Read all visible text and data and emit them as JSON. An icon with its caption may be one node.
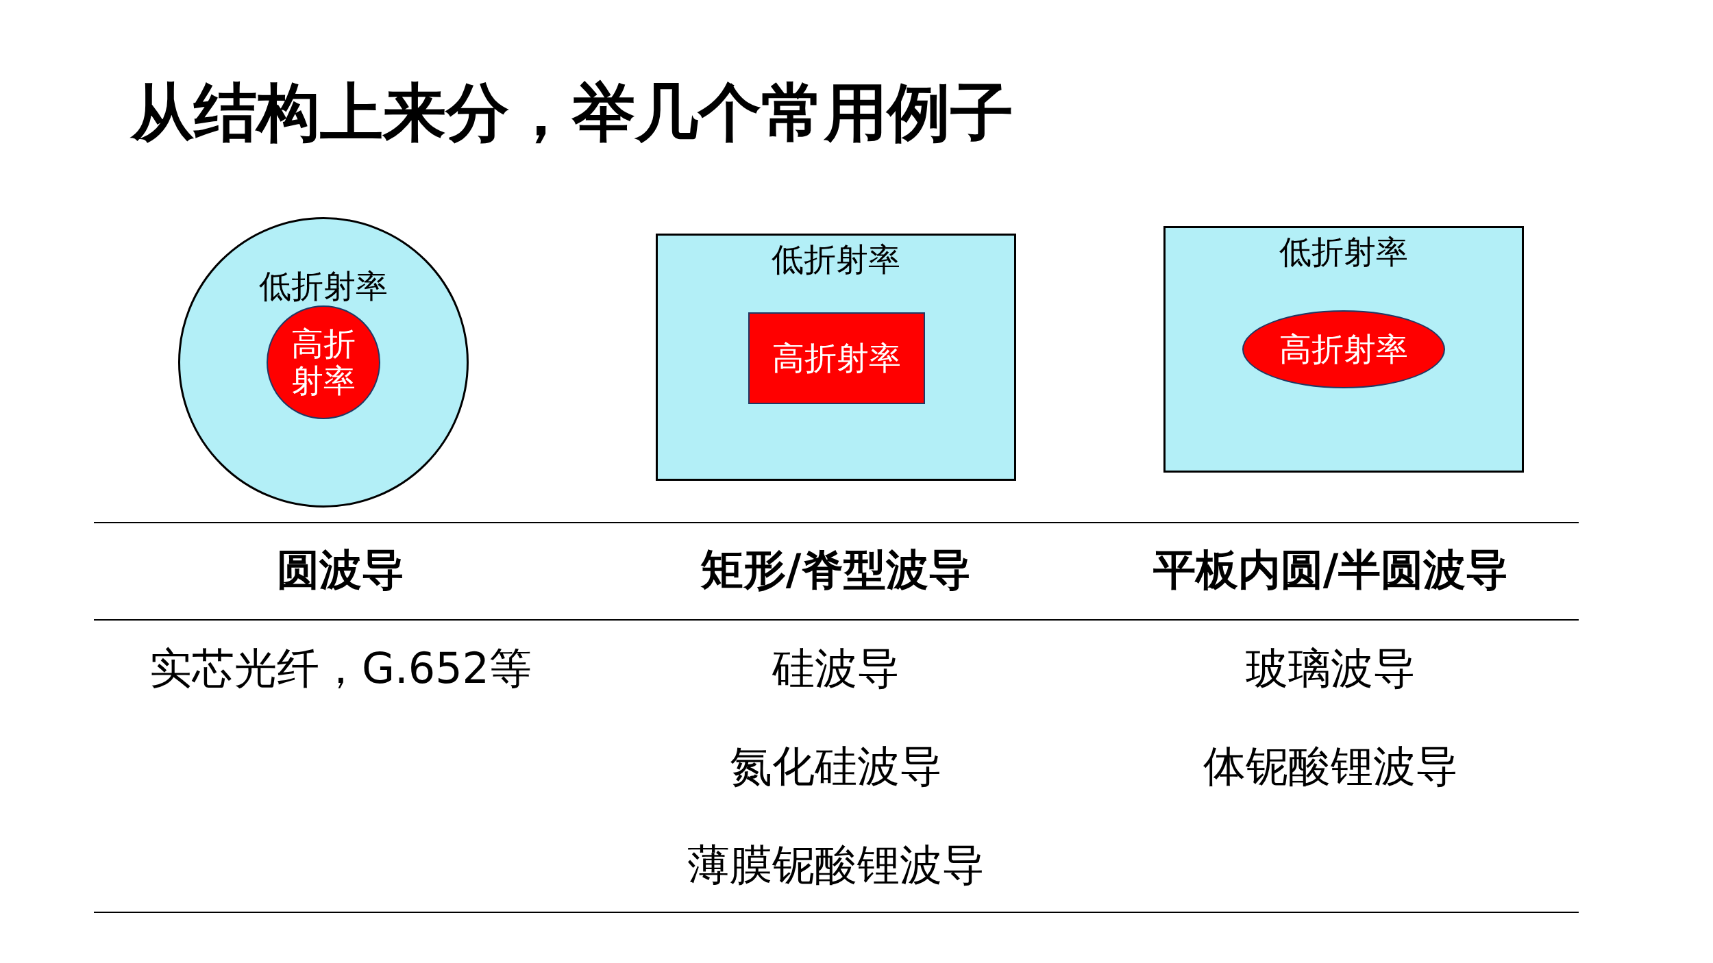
{
  "diagram": {
    "title": "从结构上来分，举几个常用例子",
    "nodes": [
      {
        "text": [
          "低折射率"
        ]
      },
      {
        "text": [
          "高折射率"
        ],
        "in": 0
      },
      {
        "text": [
          "低折射率"
        ]
      },
      {
        "text": [
          "高折射率"
        ],
        "in": 2
      },
      {
        "text": [
          "低折射率"
        ]
      },
      {
        "text": [
          "高折射率"
        ],
        "in": 4
      }
    ],
    "labels": [
      "圆波导",
      "矩形/脊型波导",
      "平板内圆/半圆波导",
      "实芯光纤，G.652等",
      "硅波导",
      "玻璃波导",
      "氮化硅波导",
      "体铌酸锂波导",
      "薄膜铌酸锂波导"
    ]
  }
}
